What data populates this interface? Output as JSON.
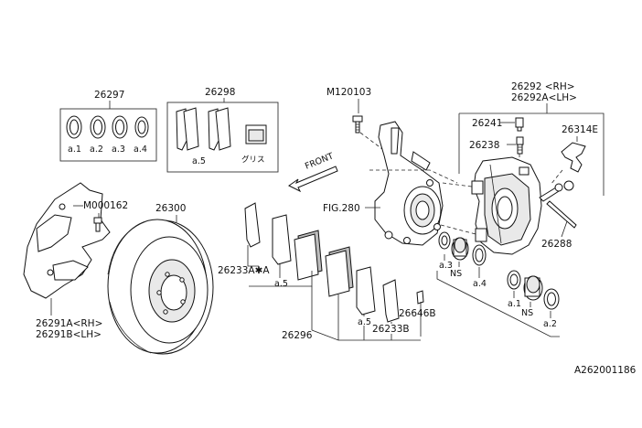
{
  "diagram_code": "A262001186",
  "callouts": {
    "p26297": "26297",
    "p26298": "26298",
    "m120103": "M120103",
    "p26292_rh": "26292 <RH>",
    "p26292a_lh": "26292A<LH>",
    "p26241": "26241",
    "p26314e": "26314E",
    "p26238": "26238",
    "front": "FRONT",
    "fig280": "FIG.280",
    "m000162": "M000162",
    "p26300": "26300",
    "p26288": "26288",
    "p26233a": "26233A✱A",
    "a5_mid": "a.5",
    "p26646b": "26646B",
    "a5_low": "a.5",
    "p26233b": "26233B",
    "p26296": "26296",
    "p26291a_rh": "26291A<RH>",
    "p26291b_lh": "26291B<LH>",
    "a3_side": "a.3",
    "ns_upper": "NS",
    "a4_side": "a.4",
    "a1_side": "a.1",
    "ns_lower": "NS",
    "a2_side": "a.2"
  },
  "seal_kit": [
    "a.1",
    "a.2",
    "a.3",
    "a.4"
  ],
  "pad_kit": {
    "shim": "a.5",
    "grease": "グリス"
  }
}
